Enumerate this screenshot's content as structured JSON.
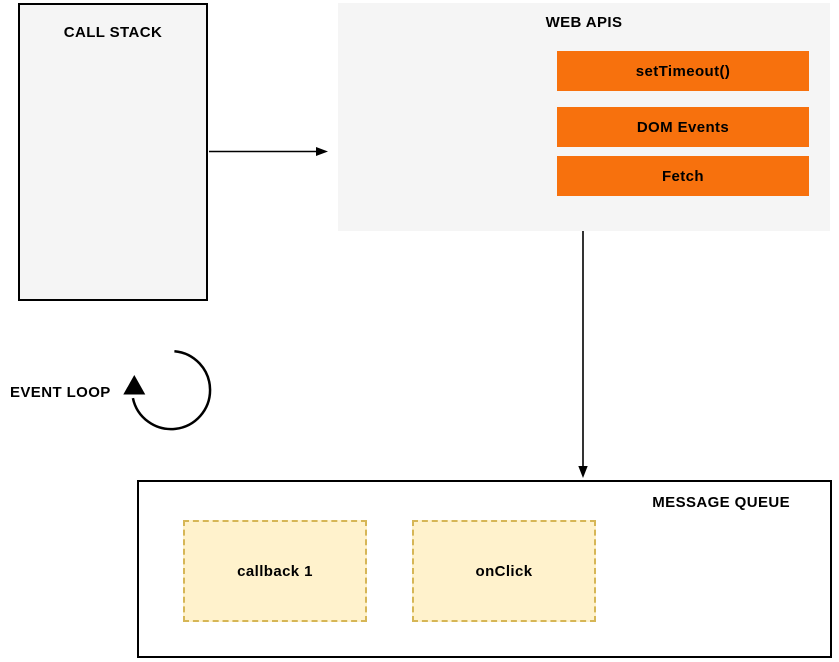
{
  "call_stack": {
    "label": "CALL STACK"
  },
  "web_apis": {
    "label": "WEB APIS",
    "items": [
      "setTimeout()",
      "DOM Events",
      "Fetch"
    ]
  },
  "event_loop": {
    "label": "EVENT LOOP"
  },
  "message_queue": {
    "label": "MESSAGE QUEUE",
    "items": [
      "callback 1",
      "onClick"
    ]
  },
  "icons": {
    "event_loop_cycle": "circular-arrow-counterclockwise",
    "callstack_to_webapis": "arrow-right",
    "webapis_to_queue": "arrow-down"
  },
  "colors": {
    "api_box_fill": "#f7710d",
    "panel_fill": "#f5f5f5",
    "call_stack_fill": "#f5f5f5",
    "queue_item_fill": "#fff2cc",
    "queue_item_border": "#d6b656",
    "outline": "#000000",
    "text": "#000000",
    "background": "#ffffff"
  }
}
